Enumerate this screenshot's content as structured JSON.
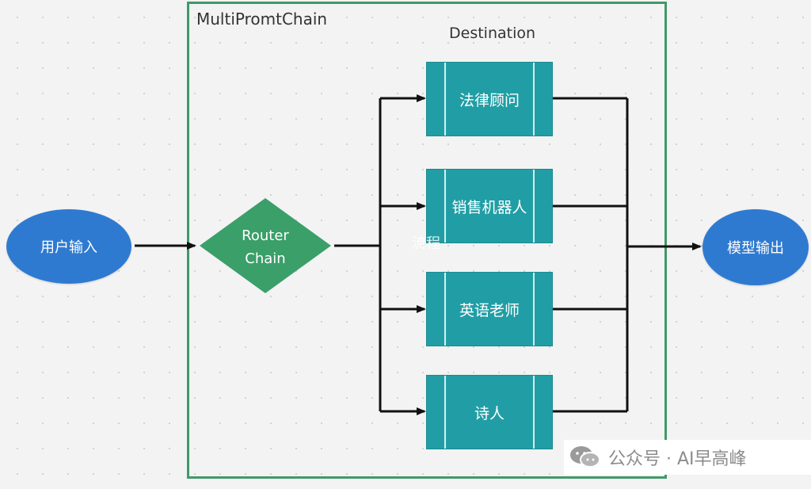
{
  "frame": {
    "title": "MultiPromtChain"
  },
  "destination": {
    "title": "Destination",
    "items": [
      {
        "label": "法律顾问"
      },
      {
        "label": "销售机器人"
      },
      {
        "label": "英语老师"
      },
      {
        "label": "诗人"
      }
    ]
  },
  "input": {
    "label": "用户输入"
  },
  "router": {
    "line1": "Router",
    "line2": "Chain"
  },
  "output": {
    "label": "模型输出"
  },
  "overlay": {
    "text": "流程"
  },
  "watermark": {
    "text": "公众号 · AI早高峰"
  },
  "colors": {
    "frame": "#3f9a69",
    "ellipse": "#2f7ad1",
    "diamond": "#3a9f69",
    "process": "#219ea5",
    "line": "#111111"
  },
  "icons": {
    "watermark": "wechat-icon"
  }
}
